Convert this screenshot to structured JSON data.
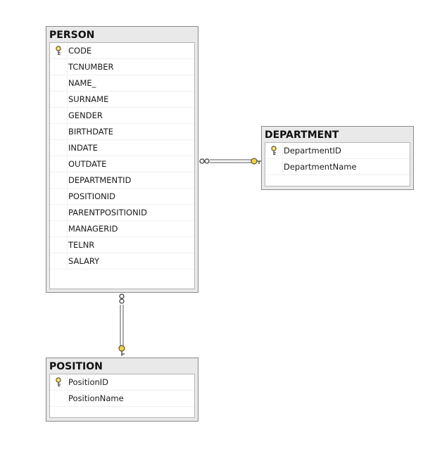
{
  "tables": {
    "person": {
      "title": "PERSON",
      "columns": [
        "CODE",
        "TCNUMBER",
        "NAME_",
        "SURNAME",
        "GENDER",
        "BIRTHDATE",
        "INDATE",
        "OUTDATE",
        "DEPARTMENTID",
        "POSITIONID",
        "PARENTPOSITIONID",
        "MANAGERID",
        "TELNR",
        "SALARY"
      ],
      "primary_key": "CODE"
    },
    "department": {
      "title": "DEPARTMENT",
      "columns": [
        "DepartmentID",
        "DepartmentName"
      ],
      "primary_key": "DepartmentID"
    },
    "position": {
      "title": "POSITION",
      "columns": [
        "PositionID",
        "PositionName"
      ],
      "primary_key": "PositionID"
    }
  },
  "relationships": [
    {
      "from": "PERSON",
      "to": "DEPARTMENT",
      "from_end": "many",
      "to_end": "one"
    },
    {
      "from": "PERSON",
      "to": "POSITION",
      "from_end": "many",
      "to_end": "one"
    }
  ],
  "colors": {
    "key": "#f2d43a",
    "title_bar": "#e9e9e9",
    "border": "#8a8a8a"
  },
  "icons": {
    "primary_key": "key-icon"
  }
}
